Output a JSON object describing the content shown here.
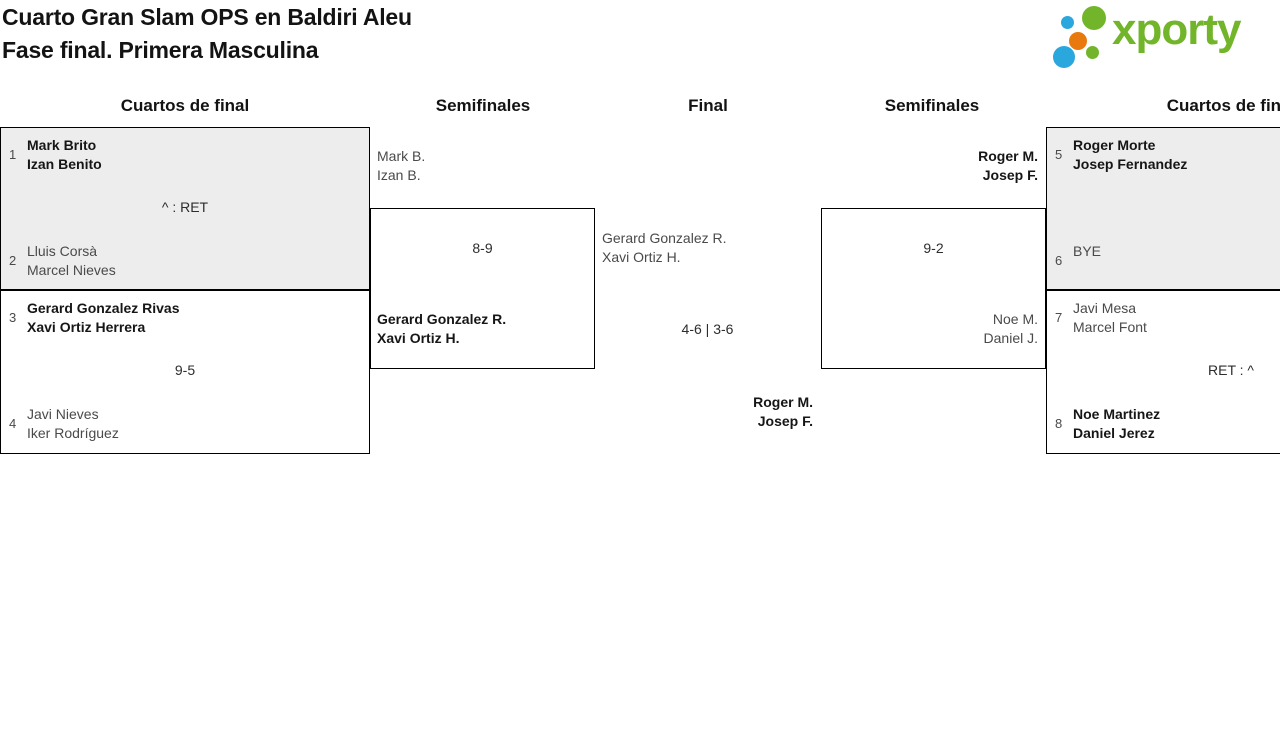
{
  "header": {
    "title_line1": "Cuarto Gran Slam OPS en Baldiri Aleu",
    "title_line2": "Fase final. Primera Masculina"
  },
  "logo": {
    "text": "xporty",
    "colors": {
      "green": "#72b52b",
      "blue": "#2aa7dd",
      "orange": "#e8790f"
    }
  },
  "round_headers": {
    "qf_left": "Cuartos de final",
    "sf_left": "Semifinales",
    "final": "Final",
    "sf_right": "Semifinales",
    "qf_right": "Cuartos de final"
  },
  "matches": {
    "qf1": {
      "top_seed": "1",
      "top_players": [
        "Mark Brito",
        "Izan Benito"
      ],
      "score": "^ : RET",
      "bottom_seed": "2",
      "bottom_players": [
        "Lluis Corsà",
        "Marcel Nieves"
      ],
      "winner": "top"
    },
    "qf2": {
      "top_seed": "3",
      "top_players": [
        "Gerard Gonzalez Rivas",
        "Xavi Ortiz Herrera"
      ],
      "score": "9-5",
      "bottom_seed": "4",
      "bottom_players": [
        "Javi Nieves",
        "Iker Rodríguez"
      ],
      "winner": "top"
    },
    "qf3": {
      "top_seed": "5",
      "top_players": [
        "Roger Morte",
        "Josep Fernandez"
      ],
      "score": "",
      "bottom_seed": "6",
      "bottom_players": [
        "BYE",
        ""
      ],
      "winner": "top"
    },
    "qf4": {
      "top_seed": "7",
      "top_players": [
        "Javi Mesa",
        "Marcel Font"
      ],
      "score": "RET : ^",
      "bottom_seed": "8",
      "bottom_players": [
        "Noe Martinez",
        "Daniel Jerez"
      ],
      "winner": "bottom"
    },
    "sf1": {
      "top_players": [
        "Mark B.",
        "Izan B."
      ],
      "score": "8-9",
      "bottom_players": [
        "Gerard Gonzalez R.",
        "Xavi Ortiz H."
      ],
      "winner": "bottom"
    },
    "sf2": {
      "top_players": [
        "Roger M.",
        "Josep F."
      ],
      "score": "9-2",
      "bottom_players": [
        "Noe M.",
        "Daniel J."
      ],
      "winner": "top"
    },
    "final": {
      "top_players": [
        "Gerard Gonzalez R.",
        "Xavi Ortiz H."
      ],
      "score": "4-6 | 3-6",
      "bottom_players": [
        "Roger M.",
        "Josep F."
      ],
      "winner": "bottom"
    }
  }
}
